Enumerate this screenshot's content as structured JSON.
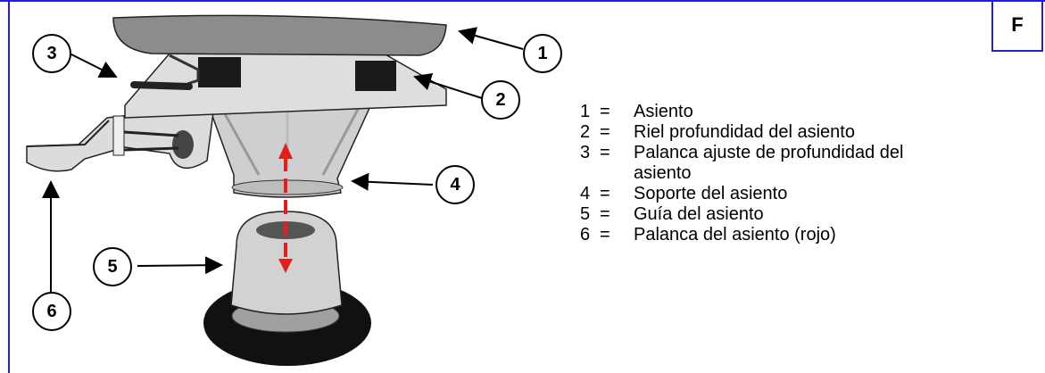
{
  "page_letter": "F",
  "callouts": [
    "1",
    "2",
    "3",
    "4",
    "5",
    "6"
  ],
  "legend": [
    {
      "num": "1",
      "eq": "=",
      "label": "Asiento"
    },
    {
      "num": "2",
      "eq": "=",
      "label": "Riel profundidad del asiento"
    },
    {
      "num": "3",
      "eq": "=",
      "label": "Palanca ajuste de profundidad del asiento"
    },
    {
      "num": "4",
      "eq": "=",
      "label": "Soporte del asiento"
    },
    {
      "num": "5",
      "eq": "=",
      "label": "Guía del asiento"
    },
    {
      "num": "6",
      "eq": "=",
      "label": "Palanca del asiento (rojo)"
    }
  ],
  "colors": {
    "frame": "#2323c8",
    "arrow_red": "#e02020"
  }
}
